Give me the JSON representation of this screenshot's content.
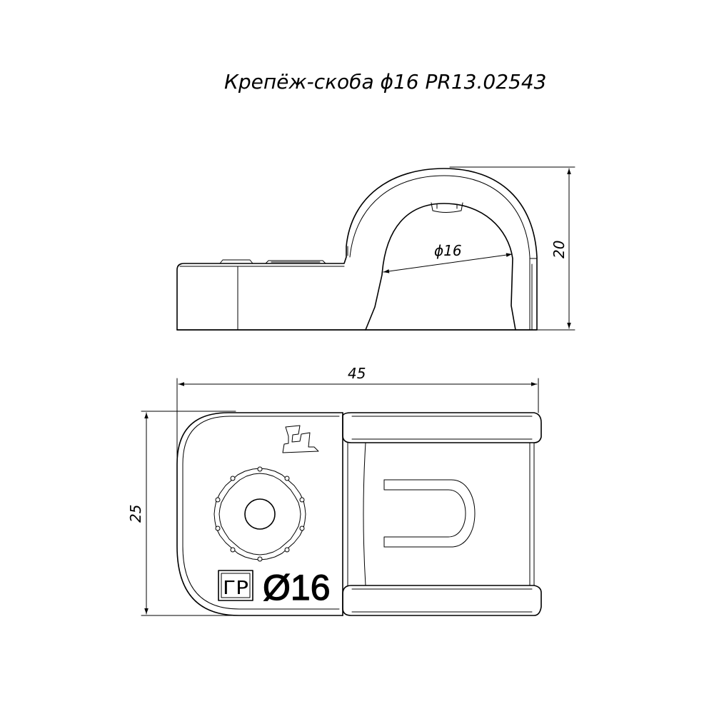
{
  "drawing": {
    "title": "Крепёж-скоба ϕ16 PR13.02543"
  },
  "dimensions": {
    "diameter_label": "ϕ16",
    "height_label": "20",
    "length_label": "45",
    "width_label": "25"
  },
  "part_marking": {
    "logo_letters": "ГР",
    "size_text": "Ø16"
  }
}
